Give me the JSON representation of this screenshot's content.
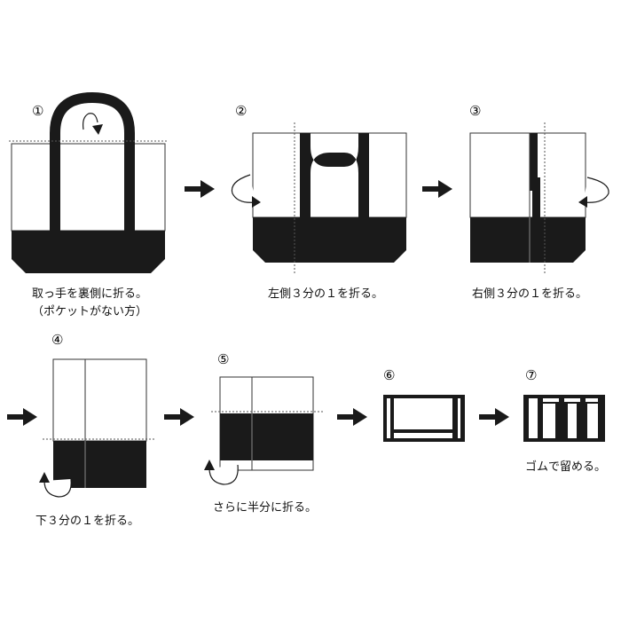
{
  "steps": [
    {
      "number": "①",
      "caption": [
        "取っ手を裏側に折る。",
        "（ポケットがない方）"
      ]
    },
    {
      "number": "②",
      "caption": [
        "左側３分の１を折る。"
      ]
    },
    {
      "number": "③",
      "caption": [
        "右側３分の１を折る。"
      ]
    },
    {
      "number": "④",
      "caption": [
        "下３分の１を折る。"
      ]
    },
    {
      "number": "⑤",
      "caption": [
        "さらに半分に折る。"
      ]
    },
    {
      "number": "⑥",
      "caption": []
    },
    {
      "number": "⑦",
      "caption": [
        "ゴムで留める。"
      ]
    }
  ],
  "colors": {
    "fabric": "#ffffff",
    "dark": "#1a1a1a",
    "outline": "#333333",
    "guide": "#555555"
  }
}
